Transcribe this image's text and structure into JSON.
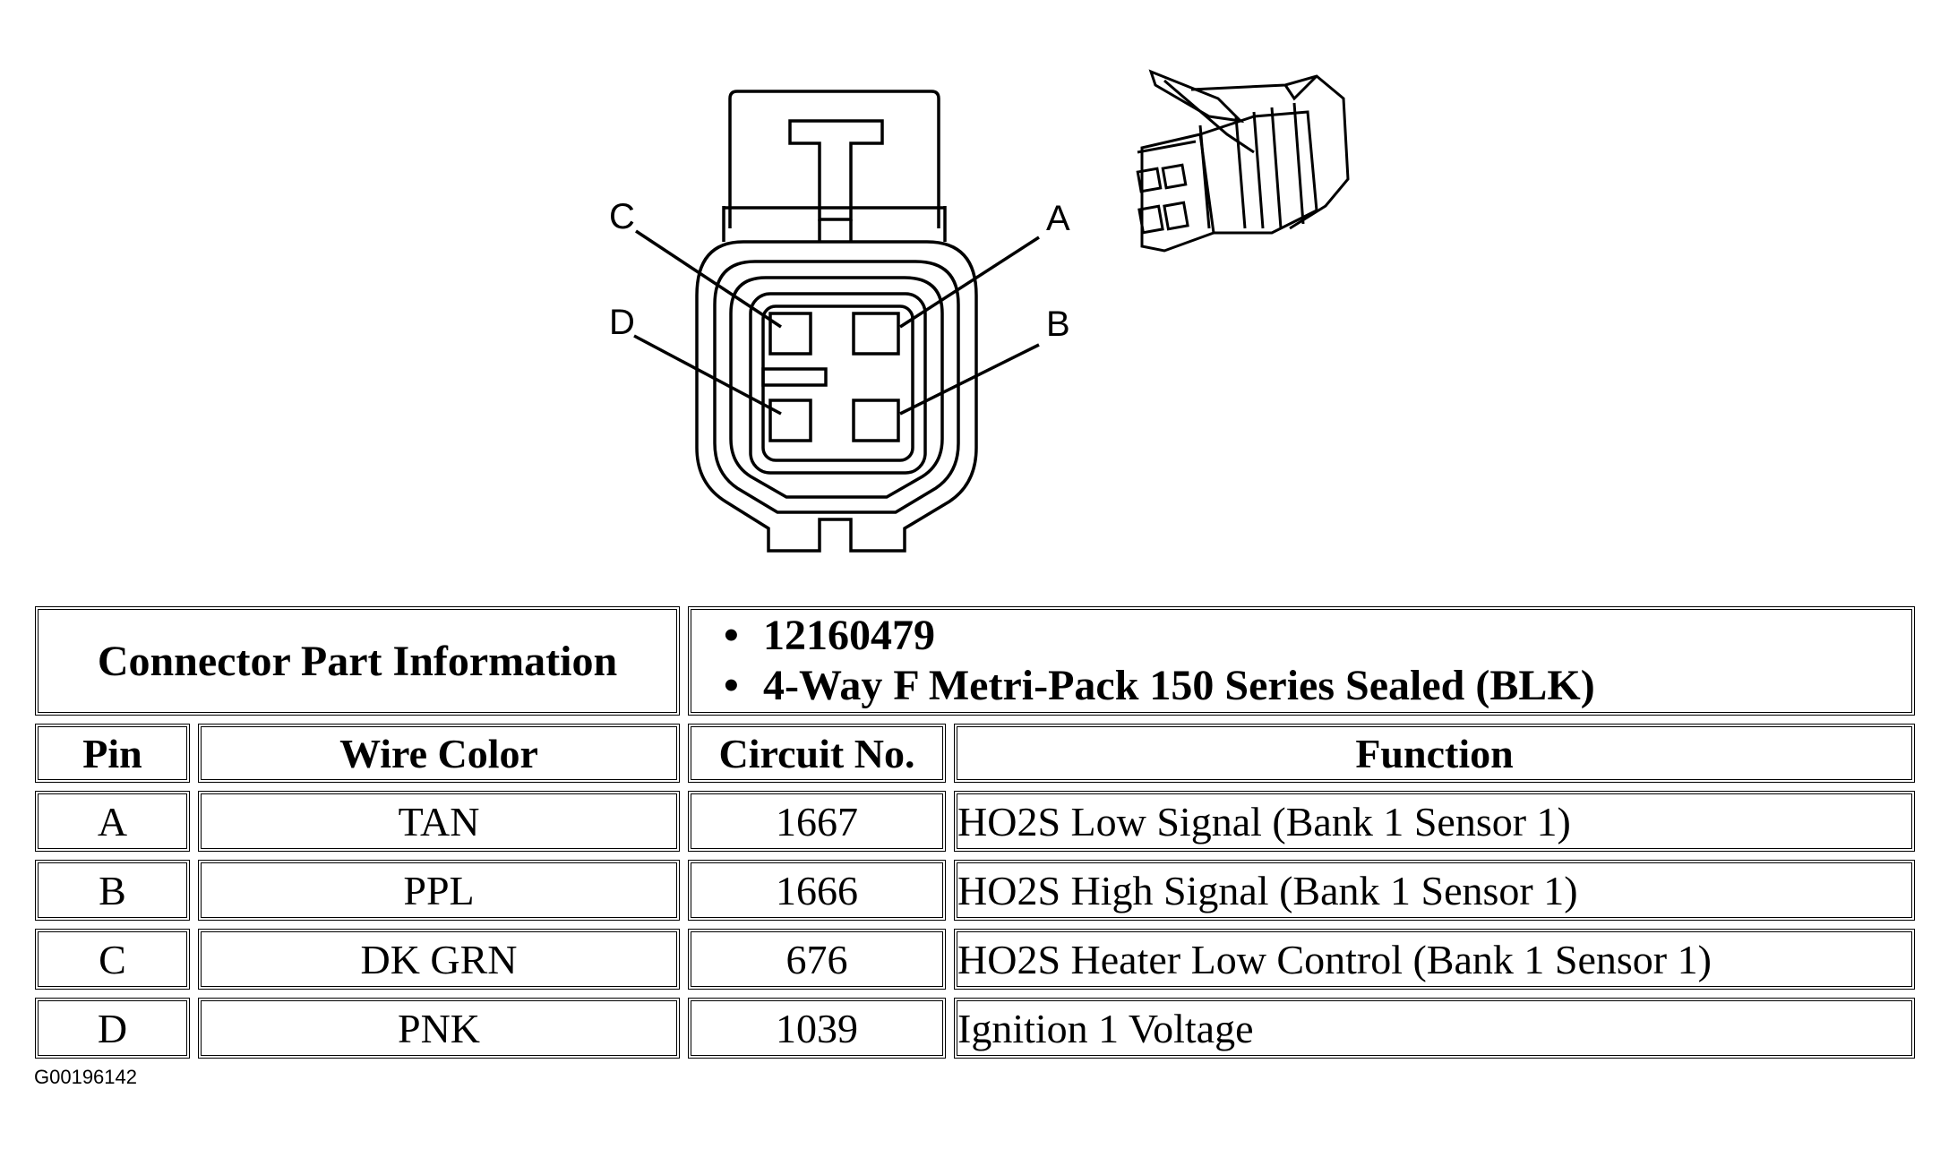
{
  "diagram": {
    "pin_callouts": [
      "A",
      "B",
      "C",
      "D"
    ]
  },
  "connector_info": {
    "label": "Connector Part Information",
    "items": [
      "12160479",
      "4-Way F Metri-Pack 150 Series Sealed (BLK)"
    ]
  },
  "table": {
    "headers": [
      "Pin",
      "Wire Color",
      "Circuit No.",
      "Function"
    ],
    "rows": [
      {
        "pin": "A",
        "wire_color": "TAN",
        "circuit": "1667",
        "function": "HO2S Low Signal (Bank 1 Sensor 1)"
      },
      {
        "pin": "B",
        "wire_color": "PPL",
        "circuit": "1666",
        "function": "HO2S High Signal (Bank 1 Sensor 1)"
      },
      {
        "pin": "C",
        "wire_color": "DK GRN",
        "circuit": "676",
        "function": "HO2S Heater Low Control (Bank 1 Sensor 1)"
      },
      {
        "pin": "D",
        "wire_color": "PNK",
        "circuit": "1039",
        "function": "Ignition 1 Voltage"
      }
    ]
  },
  "figure_code": "G00196142"
}
